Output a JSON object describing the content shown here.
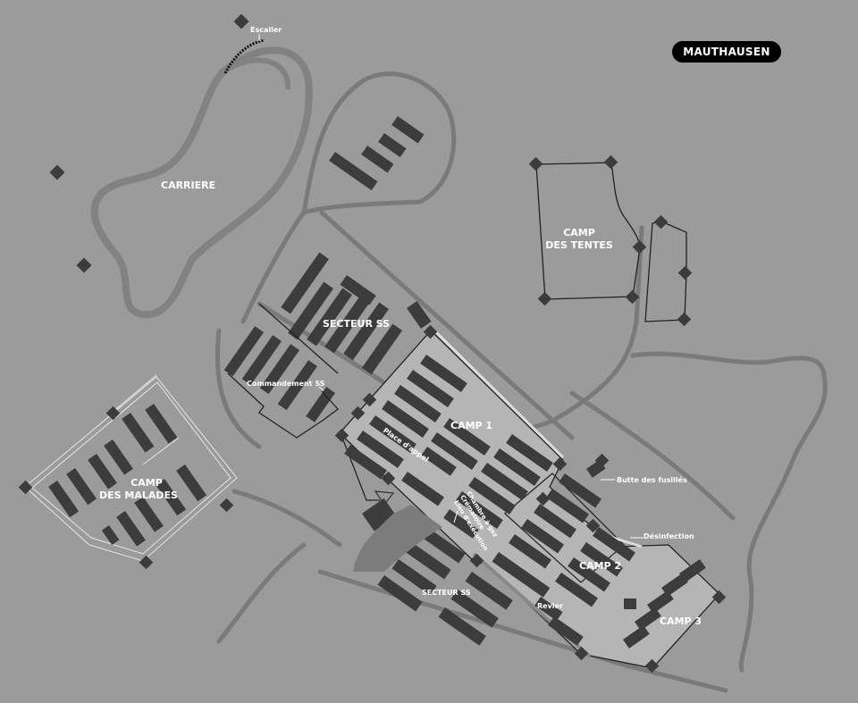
{
  "title": "MAUTHAUSEN",
  "labels": {
    "escalier": "Escalier",
    "carriere": "CARRIERE",
    "camp_tentes_1": "CAMP",
    "camp_tentes_2": "DES TENTES",
    "secteur_ss_north": "SECTEUR SS",
    "commandement": "Commandement SS",
    "camp1": "CAMP 1",
    "place_appel": "Place d'appel",
    "camp_malades_1": "CAMP",
    "camp_malades_2": "DES MALADES",
    "butte": "Butte des fusillés",
    "desinfection": "Désinfection",
    "camp2": "CAMP 2",
    "camp3": "CAMP 3",
    "secteur_ss_south": "SECTEUR SS",
    "revier": "Revier",
    "chambre_gaz": "Chambre à gaz",
    "crematoire": "Crématoire",
    "lieu_execution": "Lieu d'exécution"
  },
  "colors": {
    "background": "#9b9b9b",
    "buildings": "#3c3c3c",
    "camp_ground": "#b5b5b5",
    "roads": "#7a7a7a",
    "title_pill": "#000000"
  }
}
